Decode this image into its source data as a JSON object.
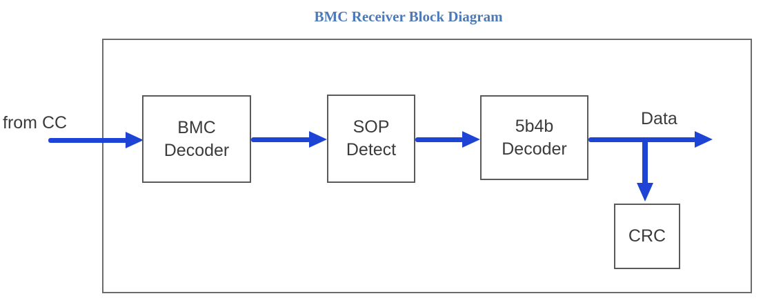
{
  "title": "BMC Receiver Block Diagram",
  "labels": {
    "input": "from CC",
    "output": "Data"
  },
  "blocks": [
    {
      "id": "bmc-decoder",
      "label": "BMC\nDecoder"
    },
    {
      "id": "sop-detect",
      "label": "SOP\nDetect"
    },
    {
      "id": "5b4b-decoder",
      "label": "5b4b\nDecoder"
    },
    {
      "id": "crc",
      "label": "CRC"
    }
  ],
  "icons": {
    "arrow_heads": "right-arrow-icon, down-arrow-icon"
  },
  "colors": {
    "arrow": "#1e44d6",
    "title": "#4d7ab7",
    "block_border": "#595959",
    "container_border": "#6b6b6b",
    "text": "#3b3b3b",
    "background": "#ffffff"
  }
}
